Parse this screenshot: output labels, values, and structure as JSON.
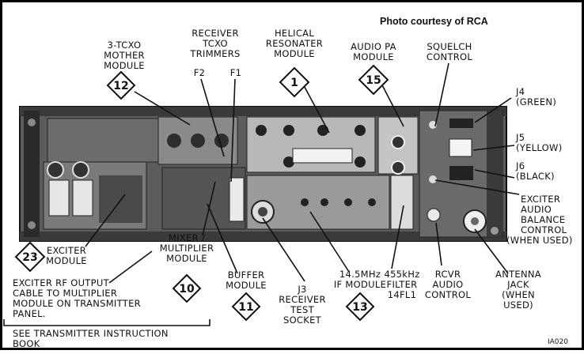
{
  "credit": "Photo courtesy of RCA",
  "image_code": "IA020",
  "callouts": {
    "tcxo_mother": {
      "lines": [
        "3-TCXO",
        "MOTHER",
        "MODULE"
      ],
      "number": "12"
    },
    "receiver_tcxo": {
      "lines": [
        "RECEIVER",
        "TCXO",
        "TRIMMERS"
      ],
      "sub_left": "F2",
      "sub_right": "F1"
    },
    "helical": {
      "lines": [
        "HELICAL",
        "RESONATER",
        "MODULE"
      ],
      "number": "1"
    },
    "audio_pa": {
      "lines": [
        "AUDIO PA",
        "MODULE"
      ],
      "number": "15"
    },
    "squelch": {
      "lines": [
        "SQUELCH",
        "CONTROL"
      ]
    },
    "j4": {
      "lines": [
        "J4",
        "(GREEN)"
      ]
    },
    "j5": {
      "lines": [
        "J5",
        "(YELLOW)"
      ]
    },
    "j6": {
      "lines": [
        "J6",
        "(BLACK)"
      ]
    },
    "exciter_audio": {
      "lines": [
        "EXCITER",
        "AUDIO",
        "BALANCE",
        "CONTROL",
        "(WHEN USED)"
      ]
    },
    "antenna": {
      "lines": [
        "ANTENNA",
        "JACK",
        "(WHEN",
        "USED)"
      ]
    },
    "rcvr_audio": {
      "lines": [
        "RCVR",
        "AUDIO",
        "CONTROL"
      ]
    },
    "filter": {
      "lines": [
        "455kHz",
        "FILTER",
        "14FL1"
      ]
    },
    "if_module": {
      "lines": [
        "14.5MHz",
        "IF MODULE"
      ],
      "number": "13"
    },
    "j3": {
      "lines": [
        "J3",
        "RECEIVER",
        "TEST",
        "SOCKET"
      ]
    },
    "buffer": {
      "lines": [
        "BUFFER",
        "MODULE"
      ],
      "number": "11"
    },
    "mixer": {
      "lines": [
        "MIXER /",
        "MULTIPLIER",
        "MODULE"
      ],
      "number": "10"
    },
    "exciter": {
      "lines": [
        "EXCITER",
        "MODULE"
      ],
      "number": "23"
    },
    "exciter_rf": {
      "lines": [
        "EXCITER RF OUTPUT",
        "CABLE TO MULTIPLIER",
        "MODULE ON TRANSMITTER",
        "PANEL."
      ]
    },
    "see_book": {
      "lines": [
        "SEE TRANSMITTER INSTRUCTION",
        "BOOK"
      ]
    }
  }
}
